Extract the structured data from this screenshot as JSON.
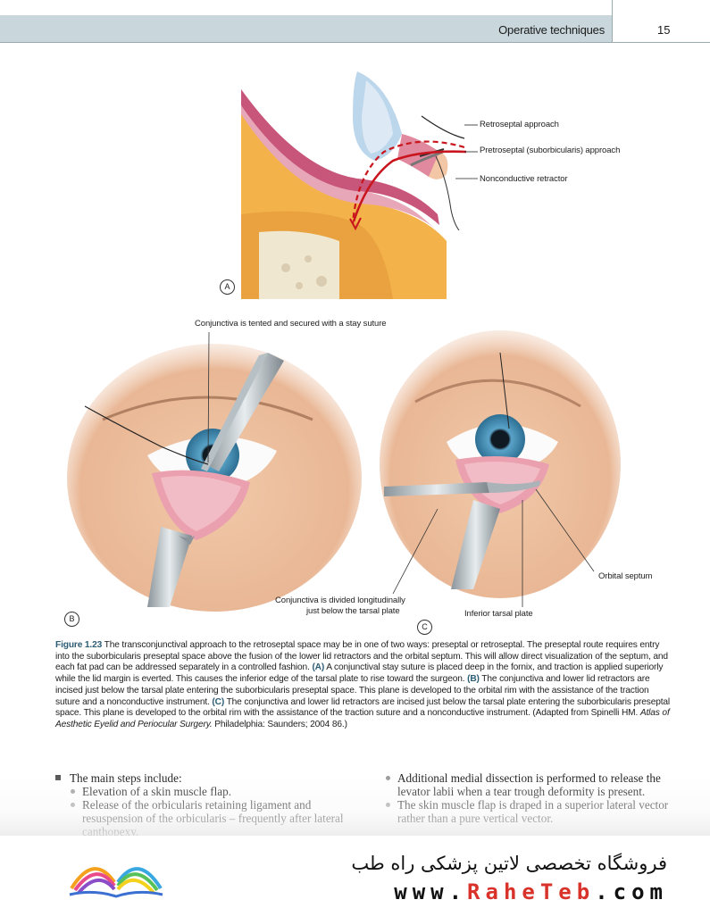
{
  "header": {
    "running_title": "Operative techniques",
    "page_number": "15"
  },
  "figure_a": {
    "panel_label": "A",
    "callouts": {
      "retroseptal": "Retroseptal approach",
      "pretroseptal": "Pretroseptal (suborbicularis) approach",
      "retractor": "Nonconductive retractor"
    }
  },
  "figure_b": {
    "panel_label": "B",
    "callouts": {
      "stay_suture": "Conjunctiva is tented and secured with a stay suture",
      "divided_line1": "Conjunctiva is divided longitudinally",
      "divided_line2": "just below the tarsal plate"
    }
  },
  "figure_c": {
    "panel_label": "C",
    "callouts": {
      "orbital_septum": "Orbital septum",
      "tarsal_plate": "Inferior tarsal plate"
    }
  },
  "caption": {
    "label": "Figure 1.23",
    "intro": " The transconjunctival approach to the retroseptal space may be in one of two ways: preseptal or retroseptal. The preseptal route requires entry into the suborbicularis preseptal space above the fusion of the lower lid retractors and the orbital septum. This will allow direct visualization of the septum, and each fat pad can be addressed separately in a controlled fashion. ",
    "a_label": "(A)",
    "a_text": " A conjunctival stay suture is placed deep in the fornix, and traction is applied superiorly while the lid margin is everted. This causes the inferior edge of the tarsal plate to rise toward the surgeon. ",
    "b_label": "(B)",
    "b_text": " The conjunctiva and lower lid retractors are incised just below the tarsal plate entering the suborbicularis preseptal space. This plane is developed to the orbital rim with the assistance of the traction suture and a nonconductive instrument. ",
    "c_label": "(C)",
    "c_text": " The conjunctiva and lower lid retractors are incised just below the tarsal plate entering the suborbicularis preseptal space. This plane is developed to the orbital rim with the assistance of the traction suture and a nonconductive instrument. (Adapted from Spinelli HM. ",
    "source_title": "Atlas of Aesthetic Eyelid and Periocular Surgery.",
    "source_tail": " Philadelphia: Saunders; 2004 86.)"
  },
  "body": {
    "left": {
      "main": "The main steps include:",
      "items": [
        "Elevation of a skin muscle flap.",
        "Release of the orbicularis retaining ligament and resuspension of the orbicularis – frequently after lateral canthopexy."
      ]
    },
    "right": {
      "items": [
        "Additional medial dissection is performed to release the levator labii when a tear trough deformity is present.",
        "The skin muscle flap is draped in a superior lateral vector rather than a pure vertical vector."
      ]
    }
  },
  "footer": {
    "persian": "فروشگاه تخصصی لاتین پزشکی  راه طب",
    "url_prefix": "www.",
    "url_accent": "RaheTeb",
    "url_suffix": ".com"
  }
}
